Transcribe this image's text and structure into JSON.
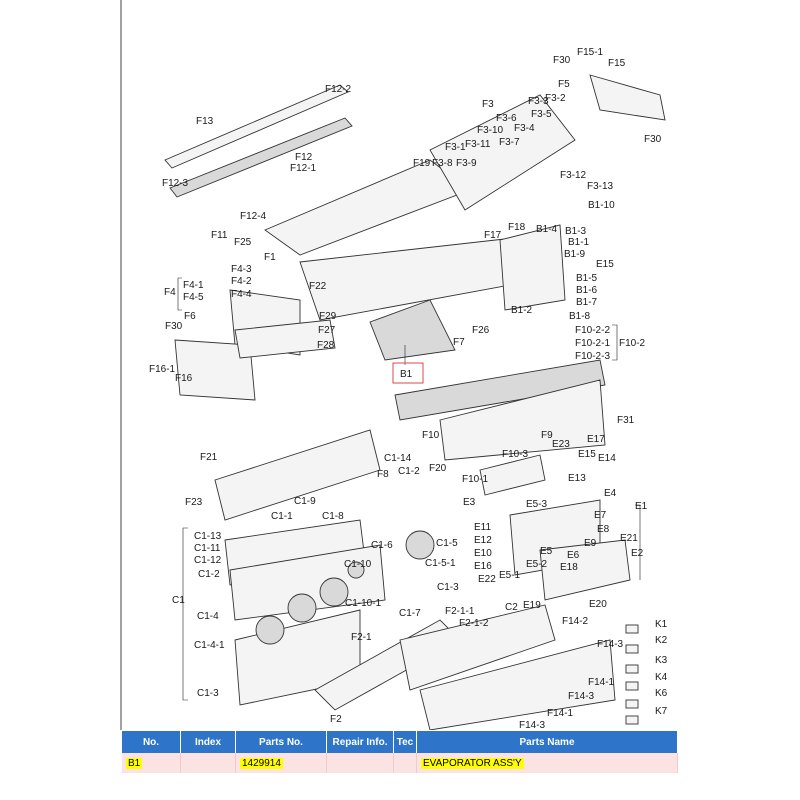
{
  "colors": {
    "header": "#2e74c9",
    "row": "#fbe3e3",
    "highlight": "#ffff00",
    "callout_box": "#d94a4a"
  },
  "labels": [
    "F30",
    "F15-1",
    "F15",
    "F12-2",
    "F5",
    "F3",
    "F3-3",
    "F3-2",
    "F3-5",
    "F13",
    "F3-6",
    "F3-10",
    "F3-4",
    "F30",
    "F3-11",
    "F3-7",
    "F3-1",
    "F19",
    "F3-8",
    "F3-9",
    "F12",
    "F12-1",
    "F3-12",
    "F12-3",
    "F3-13",
    "B1-10",
    "F12-4",
    "F18",
    "B1-4",
    "B1-3",
    "F11",
    "F25",
    "F17",
    "B1-1",
    "B1-9",
    "F1",
    "E15",
    "F4-3",
    "B1-5",
    "F4-2",
    "F22",
    "B1-6",
    "F4-1",
    "F4",
    "F4-4",
    "B1-7",
    "F4-5",
    "F29",
    "B1-2",
    "B1-8",
    "F6",
    "F27",
    "F26",
    "F10-2-2",
    "F30",
    "F28",
    "F7",
    "F10-2-1",
    "F10-2",
    "F10-2-3",
    "F16-1",
    "F16",
    "B1",
    "F31",
    "F10",
    "E17",
    "F9",
    "E23",
    "F21",
    "C1-14",
    "F20",
    "F10-3",
    "E15",
    "E14",
    "C1-2",
    "F8",
    "F10-1",
    "E13",
    "F23",
    "C1-9",
    "E3",
    "E4",
    "E1",
    "E5-3",
    "C1-1",
    "C1-8",
    "E7",
    "E11",
    "E8",
    "C1-13",
    "E12",
    "E21",
    "C1-11",
    "C1-6",
    "C1-5",
    "E9",
    "E10",
    "E5",
    "E6",
    "E2",
    "C1-12",
    "E16",
    "E5-2",
    "E18",
    "C1-10",
    "C1-5-1",
    "C1-2",
    "E22",
    "E5-1",
    "C1-3",
    "E19",
    "E20",
    "C1",
    "C1-10-1",
    "C1-7",
    "C2",
    "C1-4",
    "F2-1-1",
    "F14-2",
    "K1",
    "F2-1-2",
    "K2",
    "C1-4-1",
    "F2-1",
    "F14-3",
    "K3",
    "K4",
    "F14-1",
    "K6",
    "F14-3",
    "C1-3",
    "K7",
    "F14-1",
    "F2",
    "F14-3"
  ],
  "table": {
    "headers": {
      "no": "No.",
      "index": "Index",
      "parts_no": "Parts No.",
      "repair": "Repair Info.",
      "tec": "Tec",
      "name": "Parts Name"
    },
    "row": {
      "no": "B1",
      "index": "",
      "parts_no": "1429914",
      "repair": "",
      "tec": "",
      "name": "EVAPORATOR ASS'Y"
    }
  }
}
